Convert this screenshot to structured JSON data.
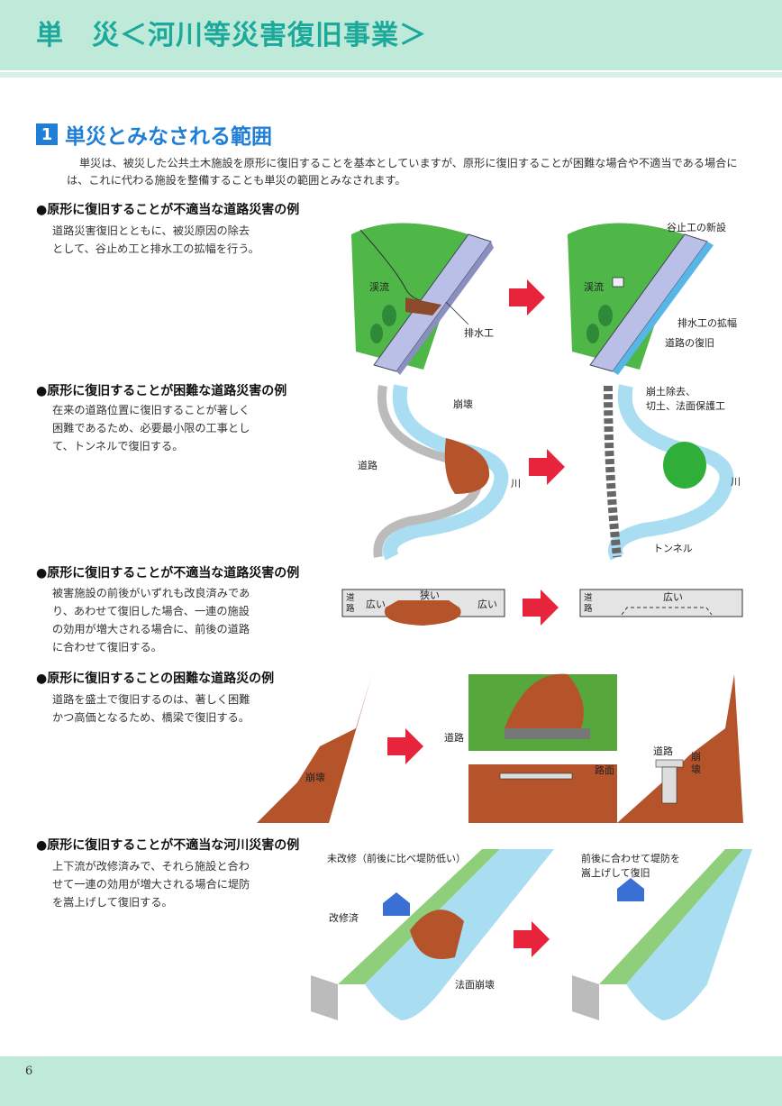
{
  "header": {
    "title": "単　災＜河川等災害復旧事業＞"
  },
  "section": {
    "number": "1",
    "title": "単災とみなされる範囲"
  },
  "intro": "単災は、被災した公共土木施設を原形に復旧することを基本としていますが、原形に復旧することが困難な場合や不適当である場合には、これに代わる施設を整備することも単災の範囲とみなされます。",
  "examples": [
    {
      "heading": "●原形に復旧することが不適当な道路災害の例",
      "text": "道路災害復旧とともに、被災原因の除去として、谷止め工と排水工の拡幅を行う。",
      "labels": {
        "stream": "渓流",
        "drain": "排水工",
        "stream2": "渓流",
        "new_dam": "谷止工の新設",
        "drain_widen": "排水工の拡幅",
        "road_restore": "道路の復旧"
      }
    },
    {
      "heading": "●原形に復旧することが困難な道路災害の例",
      "text": "在来の道路位置に復旧することが著しく困難であるため、必要最小限の工事として、トンネルで復旧する。",
      "labels": {
        "collapse": "崩壊",
        "road": "道路",
        "river": "川",
        "remove": "崩土除去、",
        "cut": "切土、法面保護工",
        "river2": "川",
        "tunnel": "トンネル"
      }
    },
    {
      "heading": "●原形に復旧することが不適当な道路災害の例",
      "text": "被害施設の前後がいずれも改良済みであり、あわせて復旧した場合、一連の施設の効用が増大される場合に、前後の道路に合わせて復旧する。",
      "labels": {
        "road_v1": "道",
        "road_v2": "路",
        "wide1": "広い",
        "narrow": "狭い",
        "wide2": "広い",
        "road_v3": "道",
        "road_v4": "路",
        "wide3": "広い"
      }
    },
    {
      "heading": "●原形に復旧することの困難な道路災の例",
      "text": "道路を盛土で復旧するのは、著しく困難かつ高価となるため、橋梁で復旧する。",
      "labels": {
        "collapse": "崩壊",
        "road": "道路",
        "road_surface": "路面",
        "road2": "道路",
        "collapse_v1": "崩",
        "collapse_v2": "壊"
      }
    },
    {
      "heading": "●原形に復旧することが不適当な河川災害の例",
      "text": "上下流が改修済みで、それら施設と合わせて一連の効用が増大される場合に堤防を嵩上げして復旧する。",
      "labels": {
        "unimproved": "未改修（前後に比べ堤防低い）",
        "improved": "改修済",
        "slope_collapse": "法面崩壊",
        "raise_1": "前後に合わせて堤防を",
        "raise_2": "嵩上げして復旧"
      }
    }
  ],
  "page_number": "6",
  "colors": {
    "header_bg": "#bfe9d8",
    "title": "#1aa99a",
    "section_blue": "#1f7fd6",
    "arrow": "#e8243c",
    "green": "#4fb648",
    "river_blue": "#a9def2",
    "collapse": "#b5532a"
  }
}
